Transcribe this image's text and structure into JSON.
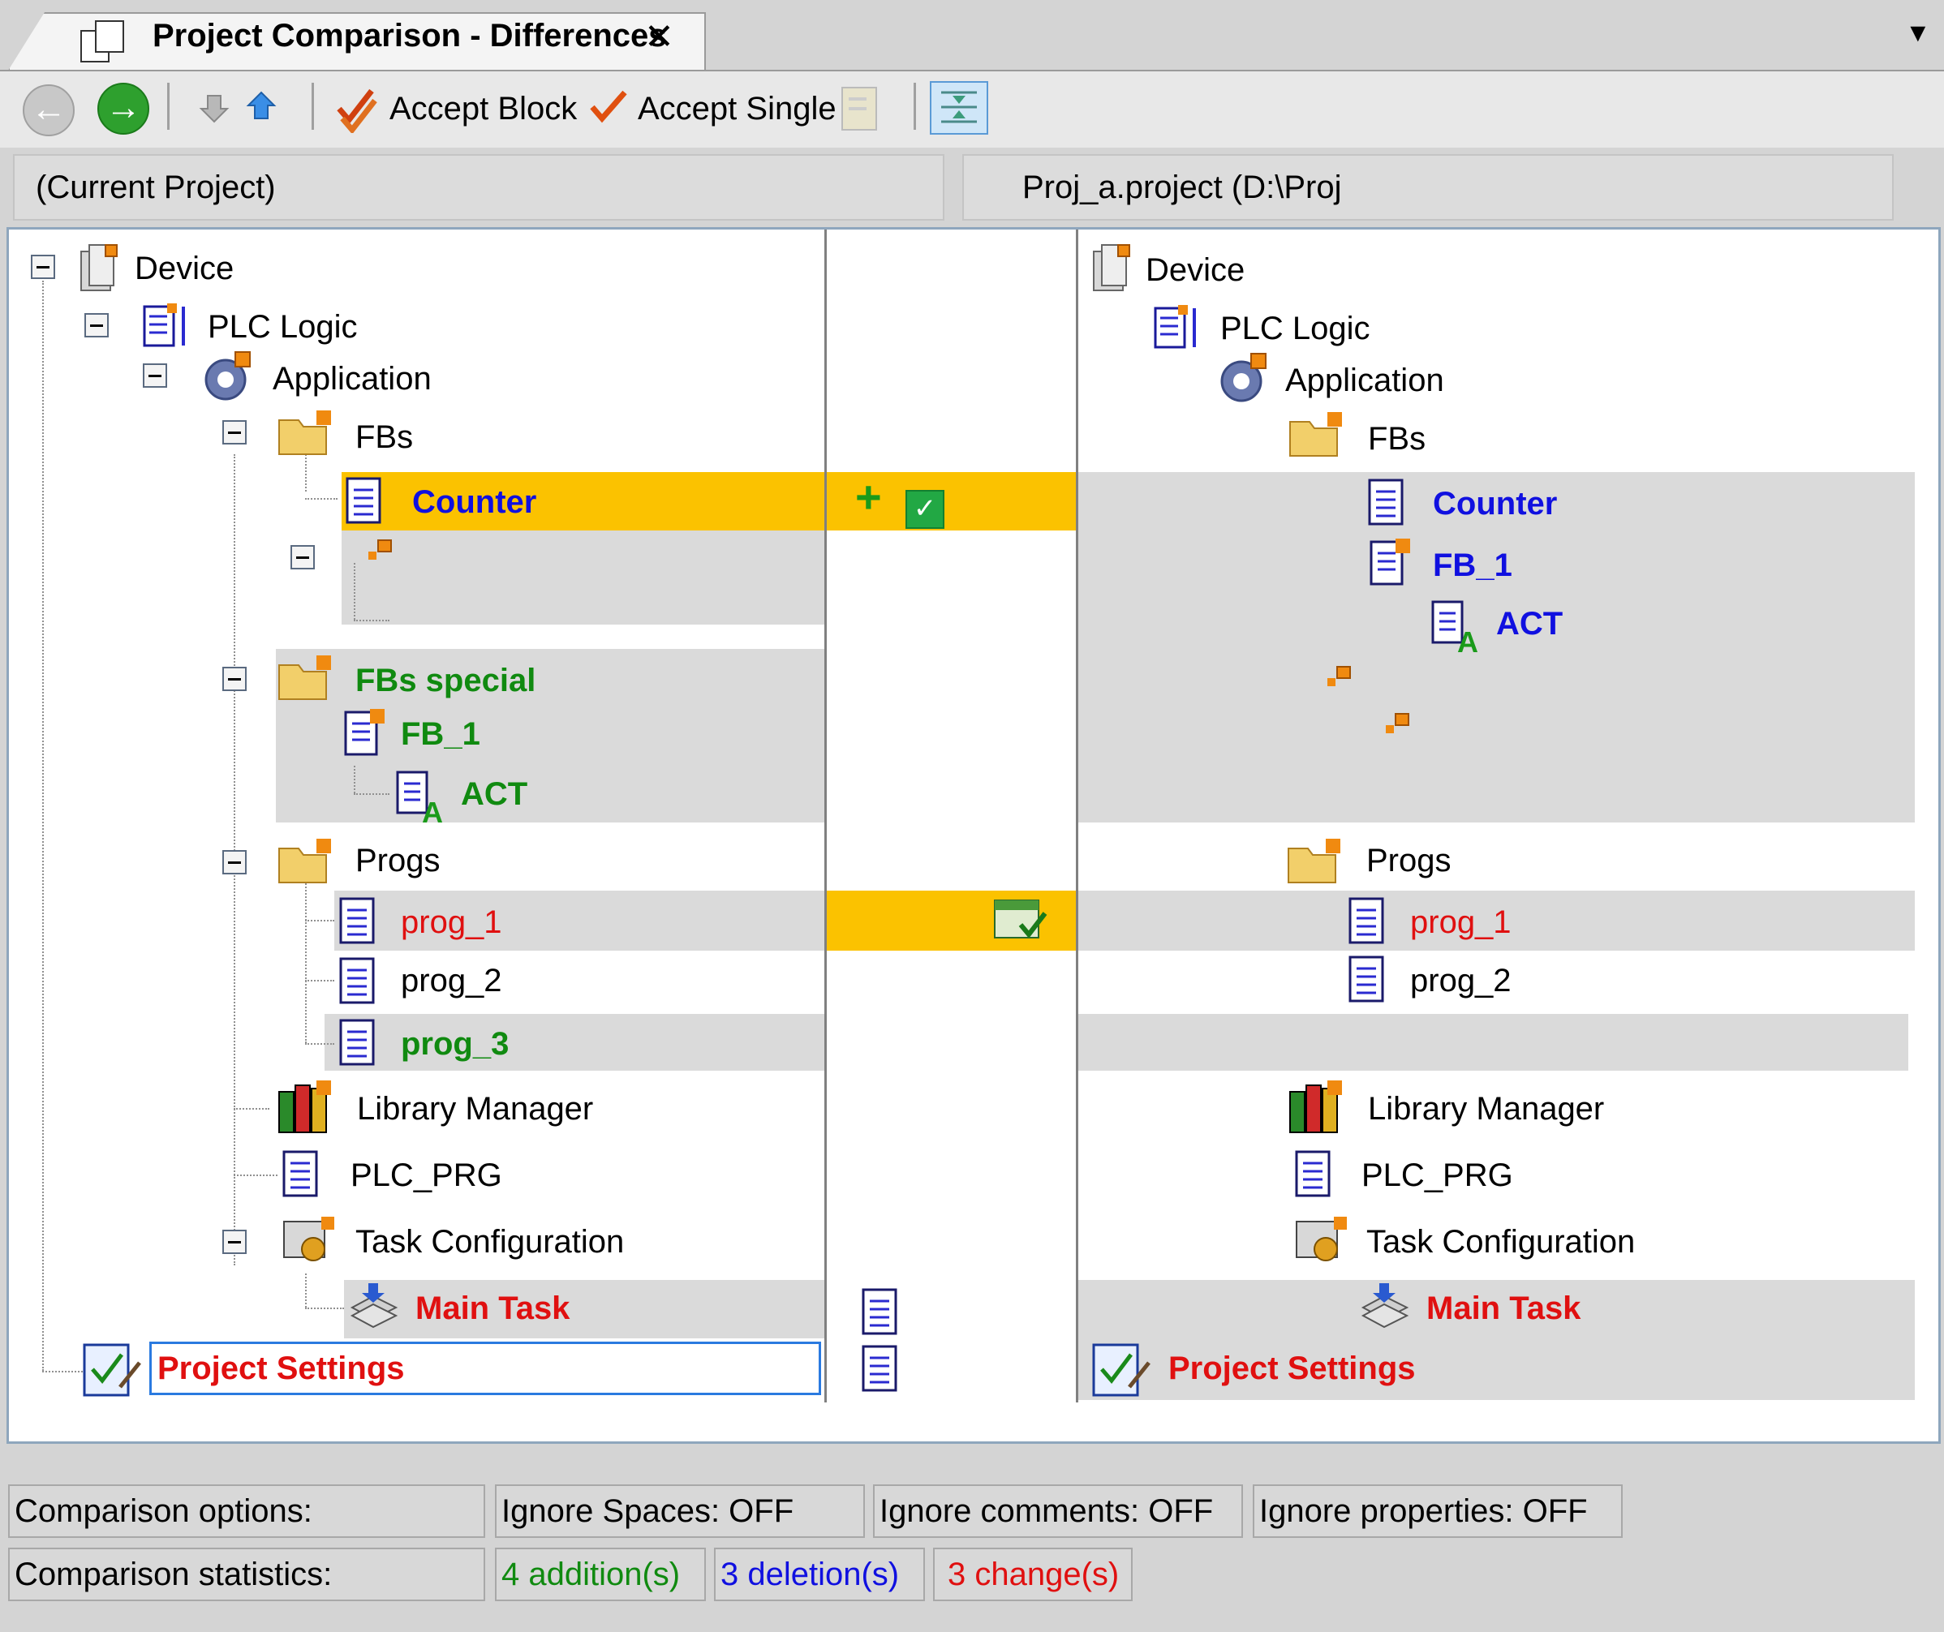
{
  "tab": {
    "title": "Project Comparison - Differences",
    "close": "✕",
    "menu": "▼"
  },
  "toolbar": {
    "accept_block": "Accept Block",
    "accept_single": "Accept Single"
  },
  "paths": {
    "left": "(Current Project)",
    "right": "Proj_a.project (D:\\Proj"
  },
  "left_tree": {
    "device": "Device",
    "plc_logic": "PLC Logic",
    "application": "Application",
    "fbs": "FBs",
    "counter": "Counter",
    "fbs_special": "FBs special",
    "fb_1": "FB_1",
    "act": "ACT",
    "progs": "Progs",
    "prog_1": "prog_1",
    "prog_2": "prog_2",
    "prog_3": "prog_3",
    "library_manager": "Library Manager",
    "plc_prg": "PLC_PRG",
    "task_configuration": "Task Configuration",
    "main_task": "Main Task",
    "project_settings": "Project Settings"
  },
  "right_tree": {
    "device": "Device",
    "plc_logic": "PLC Logic",
    "application": "Application",
    "fbs": "FBs",
    "counter": "Counter",
    "fb_1": "FB_1",
    "act": "ACT",
    "progs": "Progs",
    "prog_1": "prog_1",
    "prog_2": "prog_2",
    "library_manager": "Library Manager",
    "plc_prg": "PLC_PRG",
    "task_configuration": "Task Configuration",
    "main_task": "Main Task",
    "project_settings": "Project Settings"
  },
  "middle": {
    "plus": "+",
    "check": "✓"
  },
  "status": {
    "options_label": "Comparison options:",
    "ignore_spaces": "Ignore Spaces: OFF",
    "ignore_comments": "Ignore comments: OFF",
    "ignore_properties": "Ignore properties: OFF",
    "stats_label": "Comparison statistics:",
    "additions": "4 addition(s)",
    "deletions": "3 deletion(s)",
    "changes": "3 change(s)"
  },
  "colors": {
    "addition": "#108a10",
    "deletion": "#1010e0",
    "change": "#e01010",
    "highlight": "#fbc200",
    "row_gray": "#dadada"
  },
  "icons": [
    "back-icon",
    "forward-icon",
    "next-diff-icon",
    "prev-diff-icon",
    "accept-block-icon",
    "accept-single-icon",
    "unify-icon",
    "sync-icon"
  ]
}
